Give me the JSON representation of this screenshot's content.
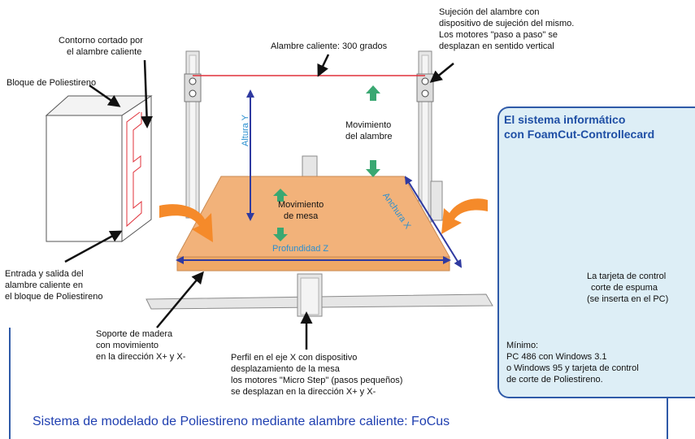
{
  "labels": {
    "contorno": [
      "Contorno cortado por",
      "el alambre caliente"
    ],
    "bloque": "Bloque de Poliestireno",
    "alambre": "Alambre caliente: 300 grados",
    "sujecion": [
      "Sujeción del alambre con",
      "dispositivo de sujeción del mismo.",
      "Los motores \"paso a paso\" se",
      "desplazan en sentido vertical"
    ],
    "movimiento_alambre": [
      "Movimiento",
      "del alambre"
    ],
    "altura": "Altura Y",
    "anchura": "Anchura X",
    "movimiento_mesa": [
      "Movimiento",
      "de mesa"
    ],
    "profundidad": "Profundidad Z",
    "entrada": [
      "Entrada y salida del",
      "alambre caliente en",
      "el bloque de Poliestireno"
    ],
    "soporte": [
      "Soporte de madera",
      "con movimiento",
      "en la dirección X+ y X-"
    ],
    "perfil": [
      "Perfil en el eje X con dispositivo",
      "desplazamiento de la mesa",
      "los motores \"Micro Step\" (pasos pequeños)",
      "se desplazan en la dirección X+ y X-"
    ]
  },
  "panel": {
    "title": [
      "El sistema informático",
      "con FoamCut-Controllecard"
    ],
    "tarjeta": [
      "La tarjeta de control",
      "corte de espuma",
      "(se inserta en el PC)"
    ],
    "minimo": [
      "Mínimo:",
      "PC 486 con Windows 3.1",
      "o Windows 95 y tarjeta de control",
      "de corte de Poliestireno."
    ]
  },
  "footer": "Sistema de modelado de Poliestireno mediante alambre caliente: FoCus",
  "block_letter": "E",
  "colors": {
    "accent_blue": "#2f5aa8",
    "label_blue": "#2a8fd0",
    "wire_red": "#e0303a",
    "table_orange": "#f2b27a",
    "arrow_orange": "#f58a2a",
    "arrow_green": "#3aa872",
    "panel_bg": "#ddeef6"
  }
}
